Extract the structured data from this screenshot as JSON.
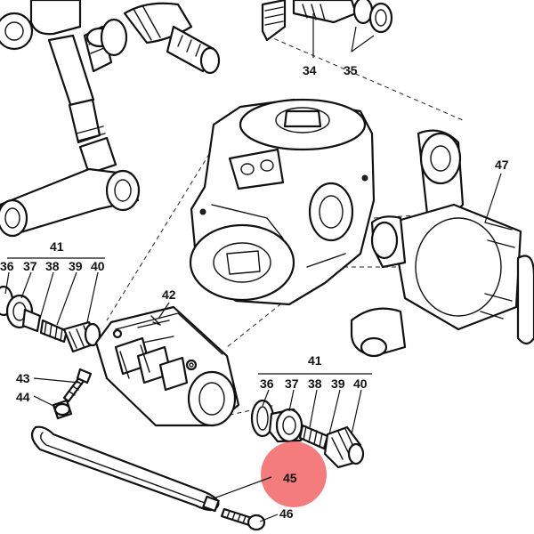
{
  "labels": {
    "l34": "34",
    "l35": "35",
    "l36a": "36",
    "l37a": "37",
    "l38a": "38",
    "l39a": "39",
    "l40a": "40",
    "l41a": "41",
    "l42": "42",
    "l43": "43",
    "l44": "44",
    "l36b": "36",
    "l37b": "37",
    "l38b": "38",
    "l39b": "39",
    "l40b": "40",
    "l41b": "41",
    "l45": "45",
    "l46": "46",
    "l47": "47"
  },
  "highlight": {
    "color": "#f26a6a",
    "part": "45"
  }
}
